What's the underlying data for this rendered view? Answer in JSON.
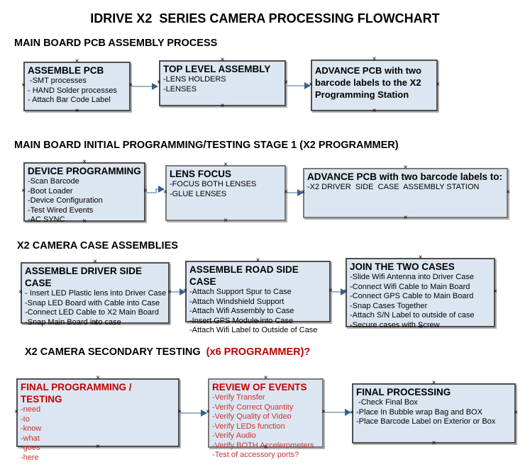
{
  "page_title": "IDRIVE X2  SERIES CAMERA PROCESSING FLOWCHART",
  "colors": {
    "box_fill": "#dce6f1",
    "box_border": "#4f4f4f",
    "arrow_line": "#9db5cd",
    "arrow_head": "#36618f",
    "red_title": "#c00000",
    "red_item": "#cc3333",
    "text": "#000000"
  },
  "sections": {
    "s1": {
      "heading": "MAIN BOARD PCB ASSEMBLY PROCESS"
    },
    "s2": {
      "heading": "MAIN BOARD INITIAL PROGRAMMING/TESTING STAGE 1 (X2 PROGRAMMER)"
    },
    "s3": {
      "heading": "X2 CAMERA CASE ASSEMBLIES"
    },
    "s4": {
      "heading_black": "X2 CAMERA SECONDARY TESTING  ",
      "heading_red": "(x6 PROGRAMMER)?"
    }
  },
  "boxes": {
    "assemble_pcb": {
      "title": "ASSEMBLE PCB",
      "items": [
        " -SMT processes",
        "- HAND Solder processes",
        "- Attach Bar Code Label"
      ]
    },
    "top_level_assembly": {
      "title": "TOP LEVEL ASSEMBLY",
      "items": [
        "-LENS HOLDERS",
        "-LENSES"
      ]
    },
    "advance_pcb_row1": {
      "title": "ADVANCE PCB with two barcode labels to the X2 Programming Station",
      "items": []
    },
    "device_programming": {
      "title": "DEVICE PROGRAMMING",
      "items": [
        "-Scan Barcode",
        "-Boot Loader",
        "-Device Configuration",
        "-Test Wired Events",
        "-AC SYNC"
      ]
    },
    "lens_focus": {
      "title": "LENS FOCUS",
      "items": [
        "-FOCUS BOTH LENSES",
        "-GLUE LENSES"
      ]
    },
    "advance_pcb_row2": {
      "title": "ADVANCE PCB with two barcode labels to:",
      "items": [
        "-X2 DRIVER  SIDE  CASE  ASSEMBLY STATION"
      ]
    },
    "assemble_driver_side_case": {
      "title": "ASSEMBLE DRIVER SIDE CASE",
      "items": [
        "- Insert LED Plastic lens into Driver Case",
        "-Snap LED Board with Cable into Case",
        "-Connect LED Cable to X2 Main Board",
        "-Snap Main Board into case"
      ]
    },
    "assemble_road_side_case": {
      "title": "ASSEMBLE ROAD SIDE CASE",
      "items": [
        "-Attach Support Spur to Case",
        "-Attach Windshield Support",
        "-Attach Wifi Assembly to Case",
        "-Insert GPS Module into Case",
        "-Attach Wifi Label to Outside of Case"
      ]
    },
    "join_the_two_cases": {
      "title": "JOIN THE TWO CASES",
      "items": [
        "-Slide Wifi Antenna into Driver Case",
        "-Connect Wifi Cable to Main Board",
        "-Connect GPS Cable to Main Board",
        "-Snap Cases Together",
        "-Attach S/N Label to outside of case",
        "-Secure cases with Screw"
      ]
    },
    "final_programming_testing": {
      "title": "FINAL PROGRAMMING / TESTING",
      "items": [
        "-need",
        "-to",
        "-know",
        "-what",
        "-goes",
        "-here"
      ]
    },
    "review_of_events": {
      "title": "REVIEW OF EVENTS",
      "items": [
        "-Verify Transfer",
        "-Verify Correct Quantity",
        "-Verify Quality of Video",
        "-Verify LEDs function",
        "-Verify Audio",
        "-Verify BOTH Accelerometers",
        "-Test of accessory ports?"
      ]
    },
    "final_processing": {
      "title": "FINAL PROCESSING",
      "items": [
        " -Check Final Box",
        "-Place In Bubble wrap Bag and BOX",
        "-Place Barcode Label on Exterior or Box"
      ]
    }
  }
}
